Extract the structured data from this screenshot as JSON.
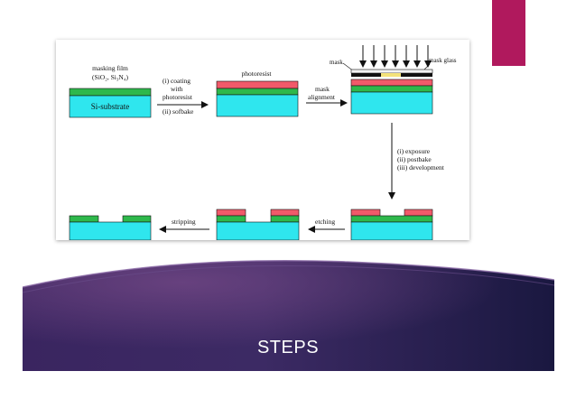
{
  "slide": {
    "title": "STEPS",
    "colors": {
      "accent": "#b0195d",
      "band_left": "#3a2560",
      "band_right": "#1a1840"
    }
  },
  "diagram": {
    "colors": {
      "substrate": "#2fe6ee",
      "film": "#2eb84b",
      "photoresist": "#f15a6a",
      "mask": "#111111",
      "mask_gap": "#f3e27a"
    },
    "labels": {
      "masking_film_1": "masking film",
      "masking_film_2": "(SiO₂, Si₃N₄)",
      "si_substrate": "Si-substrate",
      "coating_1": "(i) coating",
      "coating_2": "with",
      "coating_3": "photoresist",
      "coating_4": "(ii) sofbake",
      "photoresist": "photoresist",
      "mask_align_1": "mask",
      "mask_align_2": "alignment",
      "mask": "mask",
      "mask_glass": "mask glass",
      "exposure": "(i) exposure",
      "postbake": "(ii) postbake",
      "development": "(iii) development",
      "etching": "etching",
      "stripping": "stripping"
    }
  }
}
